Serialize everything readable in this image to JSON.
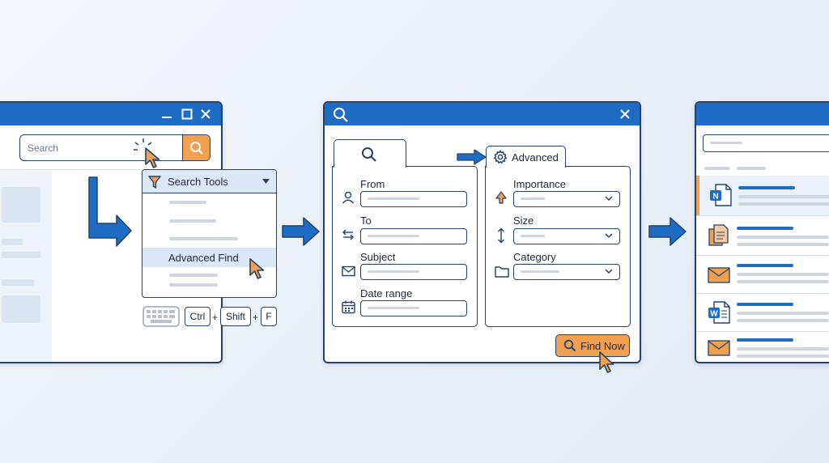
{
  "colors": {
    "accent": "#1e6cc4",
    "orange": "#f0a050",
    "outline": "#24426b",
    "highlight": "#dbe8f7"
  },
  "search_window": {
    "search_placeholder": "Search",
    "dropdown": {
      "title": "Search Tools",
      "highlighted_item": "Advanced Find"
    },
    "shortcut_keys": [
      "Ctrl",
      "+",
      "Shift",
      "+",
      "F"
    ]
  },
  "advanced_find_window": {
    "left_fields": [
      {
        "label": "From",
        "icon": "person-icon"
      },
      {
        "label": "To",
        "icon": "swap-arrows-icon"
      },
      {
        "label": "Subject",
        "icon": "envelope-icon"
      },
      {
        "label": "Date range",
        "icon": "calendar-icon"
      }
    ],
    "advanced_tab_label": "Advanced",
    "right_fields": [
      {
        "label": "Importance",
        "icon": "importance-arrow-icon"
      },
      {
        "label": "Size",
        "icon": "vertical-arrows-icon"
      },
      {
        "label": "Category",
        "icon": "folder-icon"
      }
    ],
    "find_button_label": "Find Now"
  },
  "results_window": {
    "results": [
      {
        "icon": "onenote-file-icon",
        "selected": true
      },
      {
        "icon": "documents-icon",
        "selected": false
      },
      {
        "icon": "email-icon",
        "selected": false
      },
      {
        "icon": "word-file-icon",
        "selected": false
      },
      {
        "icon": "email-icon",
        "selected": false
      }
    ]
  }
}
